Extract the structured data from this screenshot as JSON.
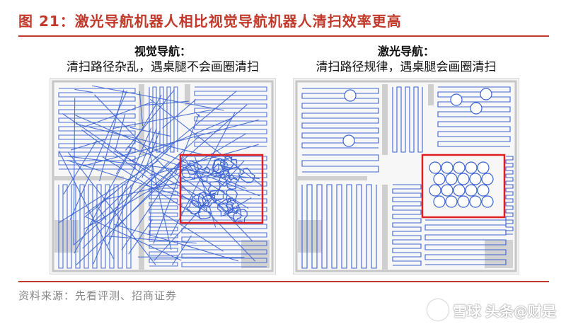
{
  "figure": {
    "title": "图 21：激光导航机器人相比视觉导航机器人清扫效率更高"
  },
  "panels": [
    {
      "heading": "视觉导航：",
      "caption": "清扫路径杂乱，遇桌腿不会画圈清扫"
    },
    {
      "heading": "激光导航：",
      "caption": "清扫路径规律，遇桌腿会画圈清扫"
    }
  ],
  "source": "资料来源：先看评测、招商证券",
  "watermark": {
    "brand": "雪球",
    "account": "头条@财是"
  },
  "colors": {
    "accent": "#c0392b",
    "path": "#3c64d2",
    "highlight": "#e02020",
    "wall": "#c6c6c6"
  }
}
